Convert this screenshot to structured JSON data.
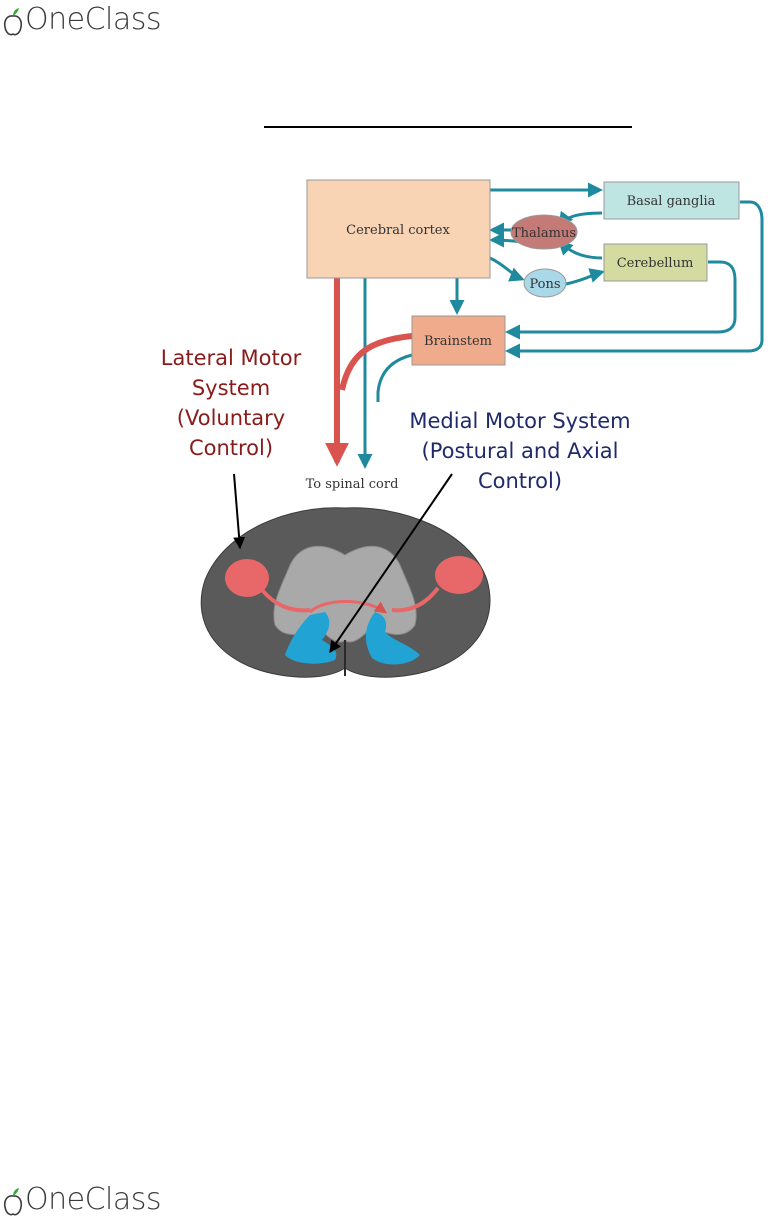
{
  "header": {
    "logo_text": "OneClass"
  },
  "footer": {
    "logo_text": "OneClass"
  },
  "diagram": {
    "boxes": {
      "cerebral_cortex": "Cerebral cortex",
      "basal_ganglia": "Basal ganglia",
      "thalamus": "Thalamus",
      "cerebellum": "Cerebellum",
      "pons": "Pons",
      "brainstem": "Brainstem"
    },
    "spinal_label": "To spinal cord",
    "lateral_label": [
      "Lateral Motor",
      "System",
      "(Voluntary",
      "Control)"
    ],
    "medial_label": [
      "Medial Motor System",
      "(Postural and Axial",
      "Control)"
    ],
    "colors": {
      "teal": "#1f8a9e",
      "red": "#d9534f",
      "cortex": "#f8d3b4",
      "basal": "#bfe5e3",
      "thalamus": "#c47b78",
      "cerebellum": "#d4dba0",
      "pons": "#a9d9e8",
      "brainstem": "#f0ab8c",
      "lateral_text": "#8b1a1a",
      "medial_text": "#1f2a6b"
    }
  }
}
